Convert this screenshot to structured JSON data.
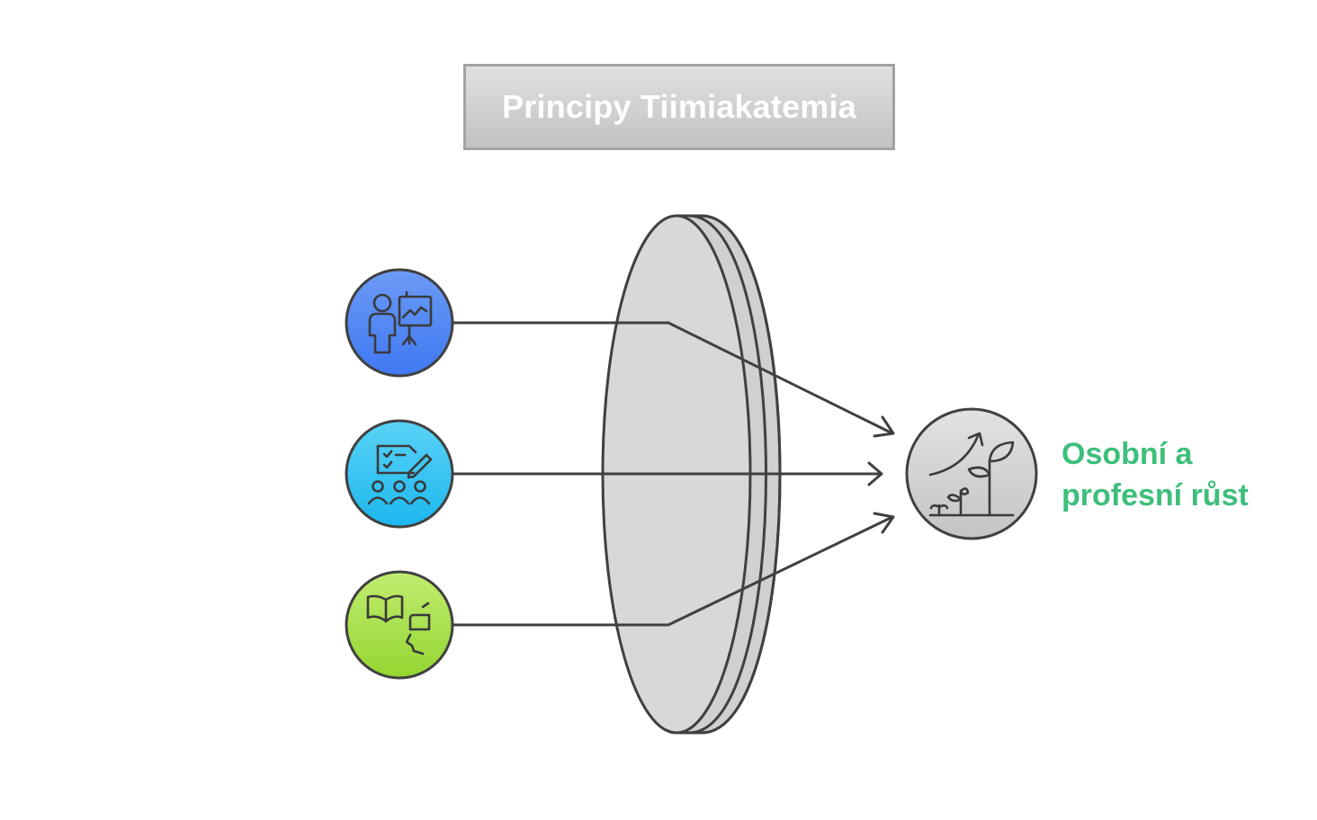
{
  "title": "Principy Tiimiakatemia",
  "inputs": [
    {
      "icon": "presenter-chart-icon",
      "color": "#4f85f4"
    },
    {
      "icon": "team-planning-icon",
      "color": "#2cc2f2"
    },
    {
      "icon": "learning-dialogue-icon",
      "color": "#9bdc3a"
    }
  ],
  "result": {
    "icon": "growth-plant-icon",
    "line1": "Osobní a",
    "line2": "profesní růst",
    "color": "#3dbf7a"
  },
  "colors": {
    "lens_fill": "#d6d6d6",
    "stroke": "#404040",
    "title_box": "#cccccc"
  }
}
